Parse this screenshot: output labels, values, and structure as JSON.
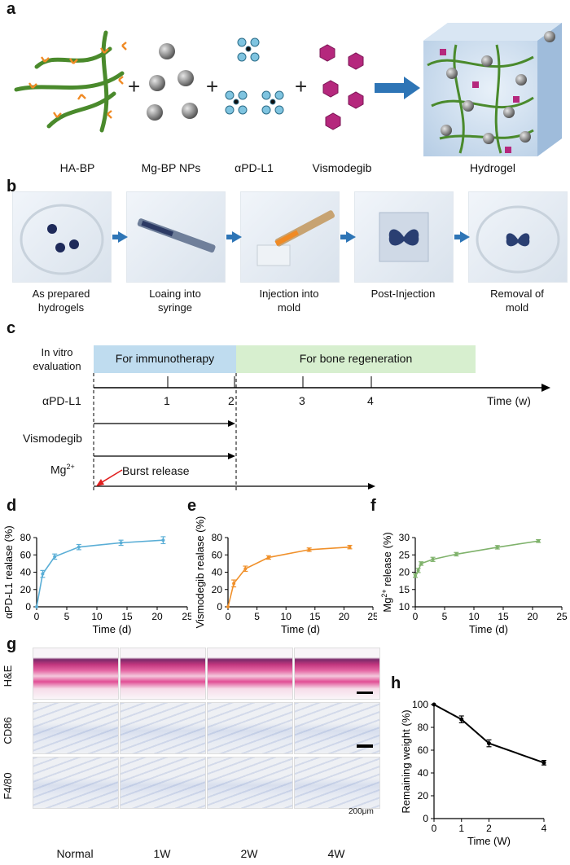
{
  "panel_labels": {
    "a": "a",
    "b": "b",
    "c": "c",
    "d": "d",
    "e": "e",
    "f": "f",
    "g": "g",
    "h": "h"
  },
  "panel_a": {
    "components": [
      "HA-BP",
      "Mg-BP NPs",
      "αPD-L1",
      "Vismodegib",
      "Hydrogel"
    ],
    "plus": "+",
    "colors": {
      "fiber": "#4a8a2c",
      "bp": "#f08a24",
      "np": "#8d8d8d",
      "antibody": "#7fc4e0",
      "drug": "#b5287d",
      "arrow": "#2e75b6",
      "cube": "#bcd3ea"
    }
  },
  "panel_b": {
    "steps": [
      {
        "line1": "As prepared",
        "line2": "hydrogels"
      },
      {
        "line1": "Loaing into",
        "line2": "syringe"
      },
      {
        "line1": "Injection into",
        "line2": "mold"
      },
      {
        "line1": "Post-Injection",
        "line2": ""
      },
      {
        "line1": "Removal of",
        "line2": "mold"
      }
    ]
  },
  "panel_c": {
    "header_line1": "In vitro",
    "header_line2": "evaluation",
    "phase1": "For immunotherapy",
    "phase2": "For bone regeneration",
    "ticks": [
      "1",
      "2",
      "3",
      "4"
    ],
    "axis_label": "Time (w)",
    "rows": [
      "αPD-L1",
      "Vismodegib",
      "Mg"
    ],
    "mg_sup": "2+",
    "burst": "Burst release",
    "colors": {
      "phase1": "#bfdcef",
      "phase2": "#d7efcf",
      "burst_arrow": "#e02020"
    }
  },
  "chart_data": [
    {
      "type": "line",
      "panel": "d",
      "xlabel": "Time (d)",
      "ylabel": "αPD-L1 realase (%)",
      "xlim": [
        0,
        25
      ],
      "ylim": [
        0,
        80
      ],
      "xticks": [
        "0",
        "5",
        "10",
        "15",
        "20",
        "25"
      ],
      "yticks": [
        "0",
        "20",
        "40",
        "60",
        "80"
      ],
      "color": "#5aaed6",
      "x": [
        0,
        1,
        3,
        7,
        14,
        21
      ],
      "y": [
        0,
        38,
        58,
        69,
        74,
        77
      ],
      "err": [
        0,
        4,
        3,
        3,
        3,
        4
      ]
    },
    {
      "type": "line",
      "panel": "e",
      "xlabel": "Time (d)",
      "ylabel": "Vismodegib realase (%)",
      "xlim": [
        0,
        25
      ],
      "ylim": [
        0,
        80
      ],
      "xticks": [
        "0",
        "5",
        "10",
        "15",
        "20",
        "25"
      ],
      "yticks": [
        "0",
        "20",
        "40",
        "60",
        "80"
      ],
      "color": "#f0902a",
      "x": [
        0,
        1,
        3,
        7,
        14,
        21
      ],
      "y": [
        0,
        27,
        44,
        57,
        66,
        69
      ],
      "err": [
        0,
        4,
        3,
        2,
        2,
        2
      ]
    },
    {
      "type": "line",
      "panel": "f",
      "xlabel": "Time (d)",
      "ylabel": "Mg",
      "ylabel_sup": "2+",
      "ylabel_tail": " release (%)",
      "xlim": [
        0,
        25
      ],
      "ylim": [
        10,
        30
      ],
      "xticks": [
        "0",
        "5",
        "10",
        "15",
        "20",
        "25"
      ],
      "yticks": [
        "10",
        "15",
        "20",
        "25",
        "30"
      ],
      "color": "#7fb26b",
      "x": [
        0,
        0.5,
        1,
        3,
        7,
        14,
        21
      ],
      "y": [
        19,
        20.5,
        22.5,
        23.7,
        25.2,
        27.2,
        29
      ],
      "err": [
        0.5,
        0.6,
        0.5,
        0.6,
        0.5,
        0.5,
        0.4
      ]
    },
    {
      "type": "line",
      "panel": "h",
      "xlabel": "Time (W)",
      "ylabel": "Remaining weight (%)",
      "xlim": [
        0,
        4
      ],
      "ylim": [
        0,
        100
      ],
      "xticks": [
        "0",
        "1",
        "2",
        "4"
      ],
      "yticks": [
        "0",
        "20",
        "40",
        "60",
        "80",
        "100"
      ],
      "color": "#000000",
      "x": [
        0,
        1,
        2,
        4
      ],
      "y": [
        100,
        87,
        66,
        49
      ],
      "err": [
        0,
        3,
        3,
        2
      ]
    }
  ],
  "panel_g": {
    "rows": [
      "H&E",
      "CD86",
      "F4/80"
    ],
    "columns": [
      "Normal",
      "1W",
      "2W",
      "4W"
    ],
    "scale_bar": "200μm"
  }
}
